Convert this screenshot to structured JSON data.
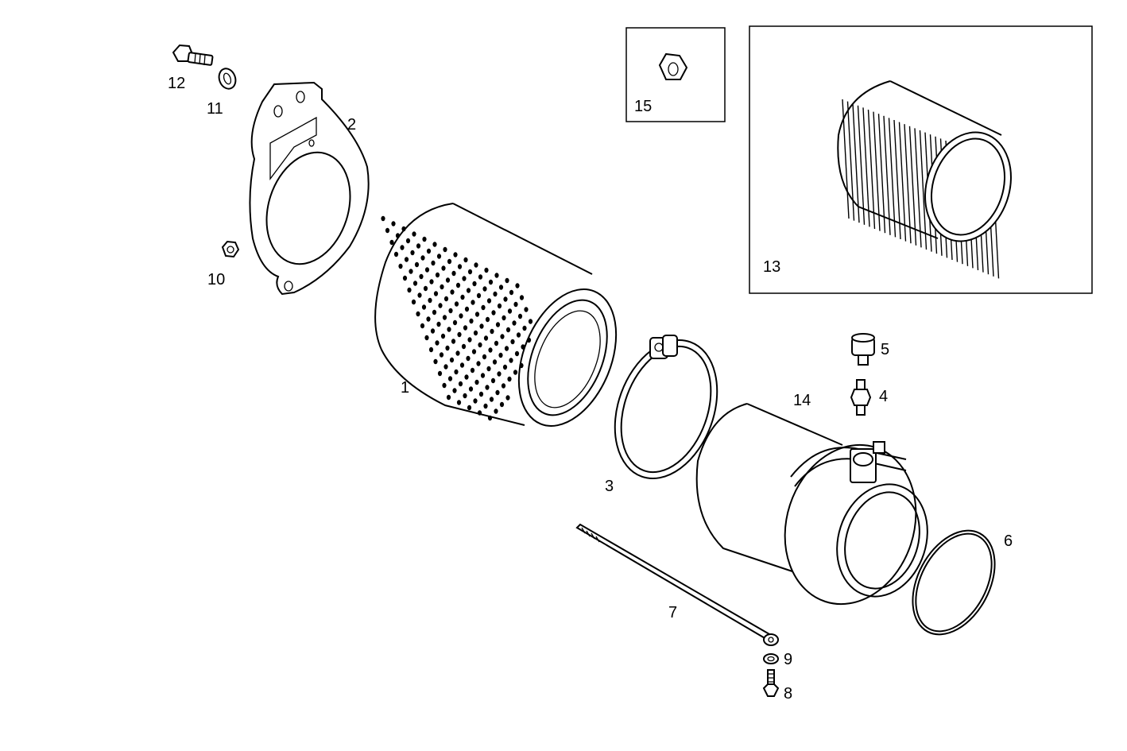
{
  "diagram": {
    "parts": [
      {
        "id": "p1",
        "number": "1"
      },
      {
        "id": "p2",
        "number": "2"
      },
      {
        "id": "p3",
        "number": "3"
      },
      {
        "id": "p4",
        "number": "4"
      },
      {
        "id": "p5",
        "number": "5"
      },
      {
        "id": "p6",
        "number": "6"
      },
      {
        "id": "p7",
        "number": "7"
      },
      {
        "id": "p8",
        "number": "8"
      },
      {
        "id": "p9",
        "number": "9"
      },
      {
        "id": "p10",
        "number": "10"
      },
      {
        "id": "p11",
        "number": "11"
      },
      {
        "id": "p12",
        "number": "12"
      },
      {
        "id": "p13",
        "number": "13"
      },
      {
        "id": "p14",
        "number": "14"
      },
      {
        "id": "p15",
        "number": "15"
      }
    ]
  }
}
